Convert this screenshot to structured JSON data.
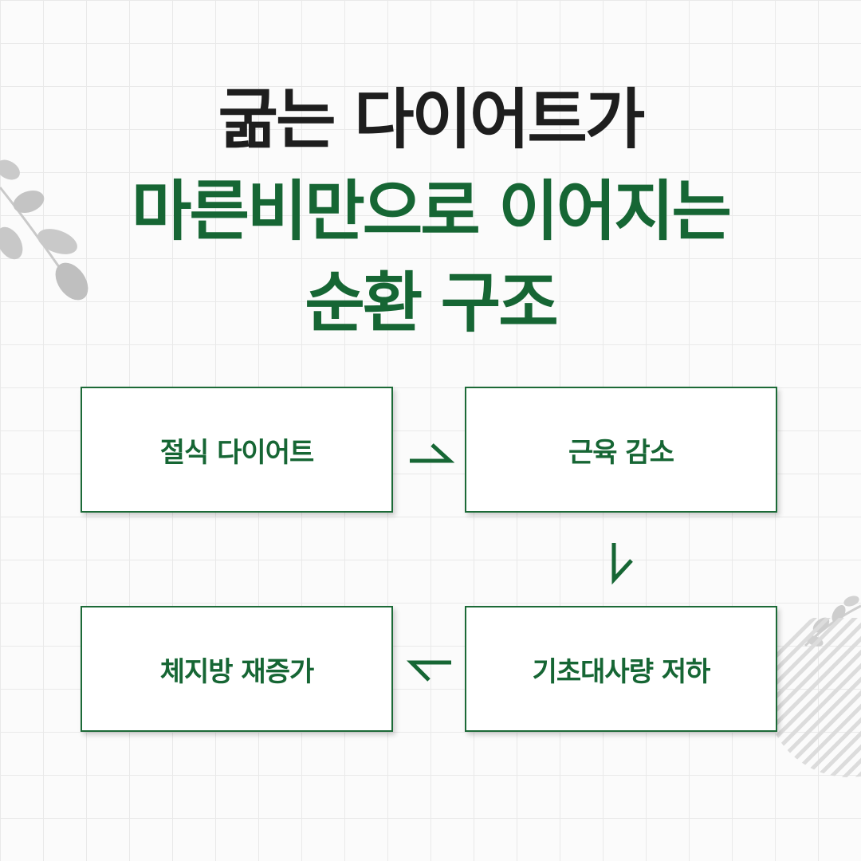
{
  "title": {
    "line1": "굶는 다이어트가",
    "line2": "마른비만으로 이어지는",
    "line3": "순환 구조"
  },
  "cycle": [
    {
      "label": "절식 다이어트"
    },
    {
      "label": "근육 감소"
    },
    {
      "label": "기초대사량 저하"
    },
    {
      "label": "체지방 재증가"
    }
  ],
  "colors": {
    "accent_green": "#166634",
    "title_dark": "#1e1e1e",
    "grid_line": "#e9e9e9",
    "leaf_gray": "#c6c6c6"
  },
  "icons": [
    "leaf-branch-icon",
    "arrow-right-icon",
    "arrow-down-icon",
    "arrow-left-icon",
    "striped-circle-decoration"
  ]
}
